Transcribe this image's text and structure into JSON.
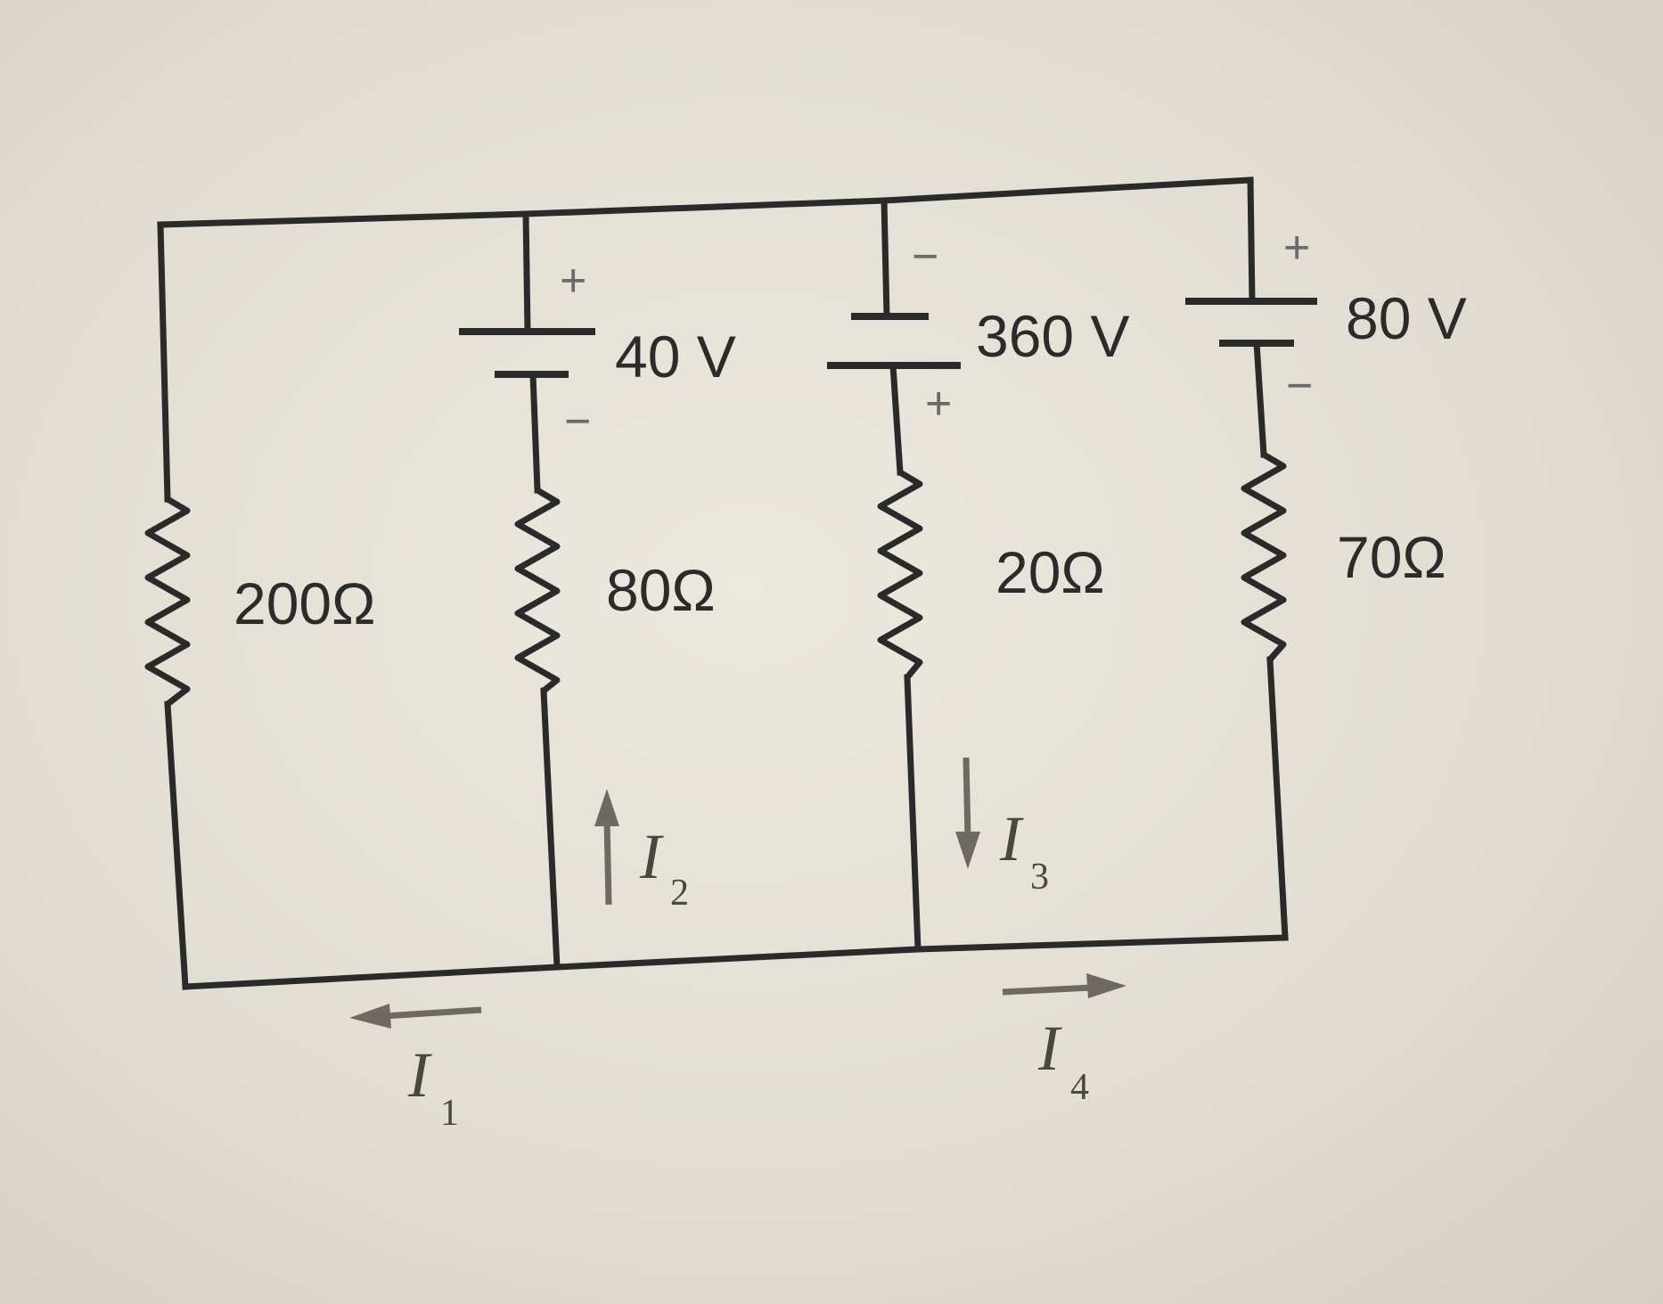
{
  "circuit": {
    "left_branch": {
      "resistance": "200Ω"
    },
    "branch_2": {
      "emf": "40 V",
      "plus": "+",
      "minus": "−",
      "resistance": "80Ω",
      "current": "I",
      "current_sub": "2"
    },
    "branch_3": {
      "emf": "360 V",
      "plus": "+",
      "minus": "−",
      "resistance": "20Ω",
      "current": "I",
      "current_sub": "3"
    },
    "branch_4": {
      "emf": "80 V",
      "plus": "+",
      "minus": "−",
      "resistance": "70Ω"
    },
    "bottom_currents": [
      {
        "label": "I",
        "sub": "1"
      },
      {
        "label": "I",
        "sub": "4"
      }
    ]
  }
}
